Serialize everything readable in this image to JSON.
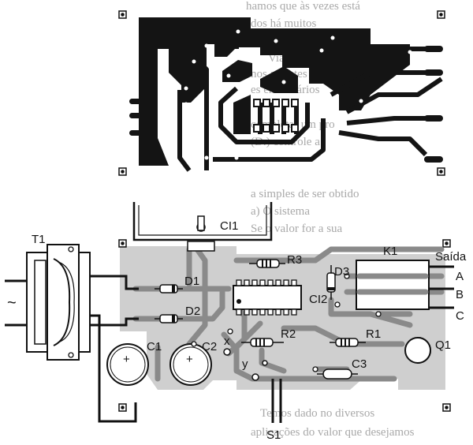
{
  "labels": {
    "ci1": "CI1",
    "t1": "T1",
    "d1": "D1",
    "d2": "D2",
    "d3": "D3",
    "r3": "R3",
    "ci2": "CI2",
    "k1": "K1",
    "saida": "Saída",
    "out_a": "A",
    "out_b": "B",
    "out_c": "C",
    "c1": "C1",
    "c2": "C2",
    "x": "x",
    "y": "y",
    "r2": "R2",
    "r1": "R1",
    "q1": "Q1",
    "c3": "C3",
    "s1": "S1",
    "ac_symbol": "~",
    "plus1": "+",
    "plus2": "+"
  },
  "background_text": [
    "hamos que às vezes está",
    "dos há muitos",
    "Viagem do estres",
    "nos a fontes pode",
    "es em horários",
    "completar um pro",
    "(D.) controle a",
    "a simples de ser obtido",
    "a) O sistema",
    "Se o valor for a sua",
    "Temos dado no diversos",
    "aplicações do valor que desejamos"
  ],
  "colors": {
    "board": "#cfcfcf",
    "copper": "#8a8a8a",
    "dark": "#111111"
  }
}
